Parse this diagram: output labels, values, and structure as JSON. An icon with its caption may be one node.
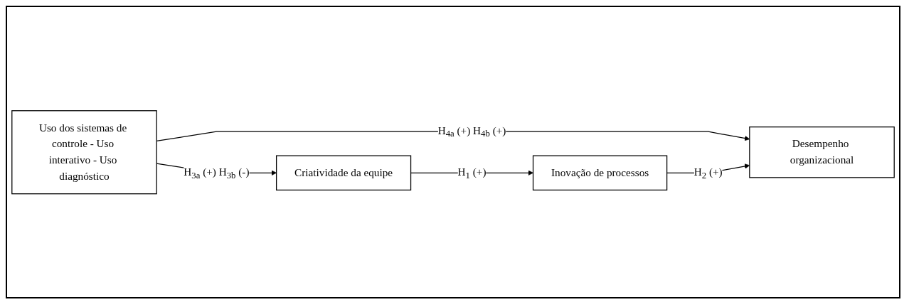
{
  "diagram": {
    "nodes": [
      {
        "text": [
          "Uso dos sistemas de controle - Uso interativo - Uso diagnóstico"
        ]
      },
      {
        "text": [
          "Criatividade da equipe"
        ]
      },
      {
        "text": [
          "Inovação de processos"
        ]
      },
      {
        "text": [
          "Desempenho organizacional"
        ]
      }
    ],
    "edges": [
      {
        "from": 0,
        "to": 1,
        "arrow": "to",
        "label": "H$_{3a}$ (+) H$_{3b}$ (-)"
      },
      {
        "from": 0,
        "to": 3,
        "arrow": "to",
        "label": "H$_{4a}$ (+) H$_{4b}$ (+)"
      },
      {
        "from": 1,
        "to": 2,
        "arrow": "to",
        "label": "H$_{1}$ (+)"
      },
      {
        "from": 2,
        "to": 3,
        "arrow": "to",
        "label": "H$_{2}$ (+)"
      }
    ]
  }
}
